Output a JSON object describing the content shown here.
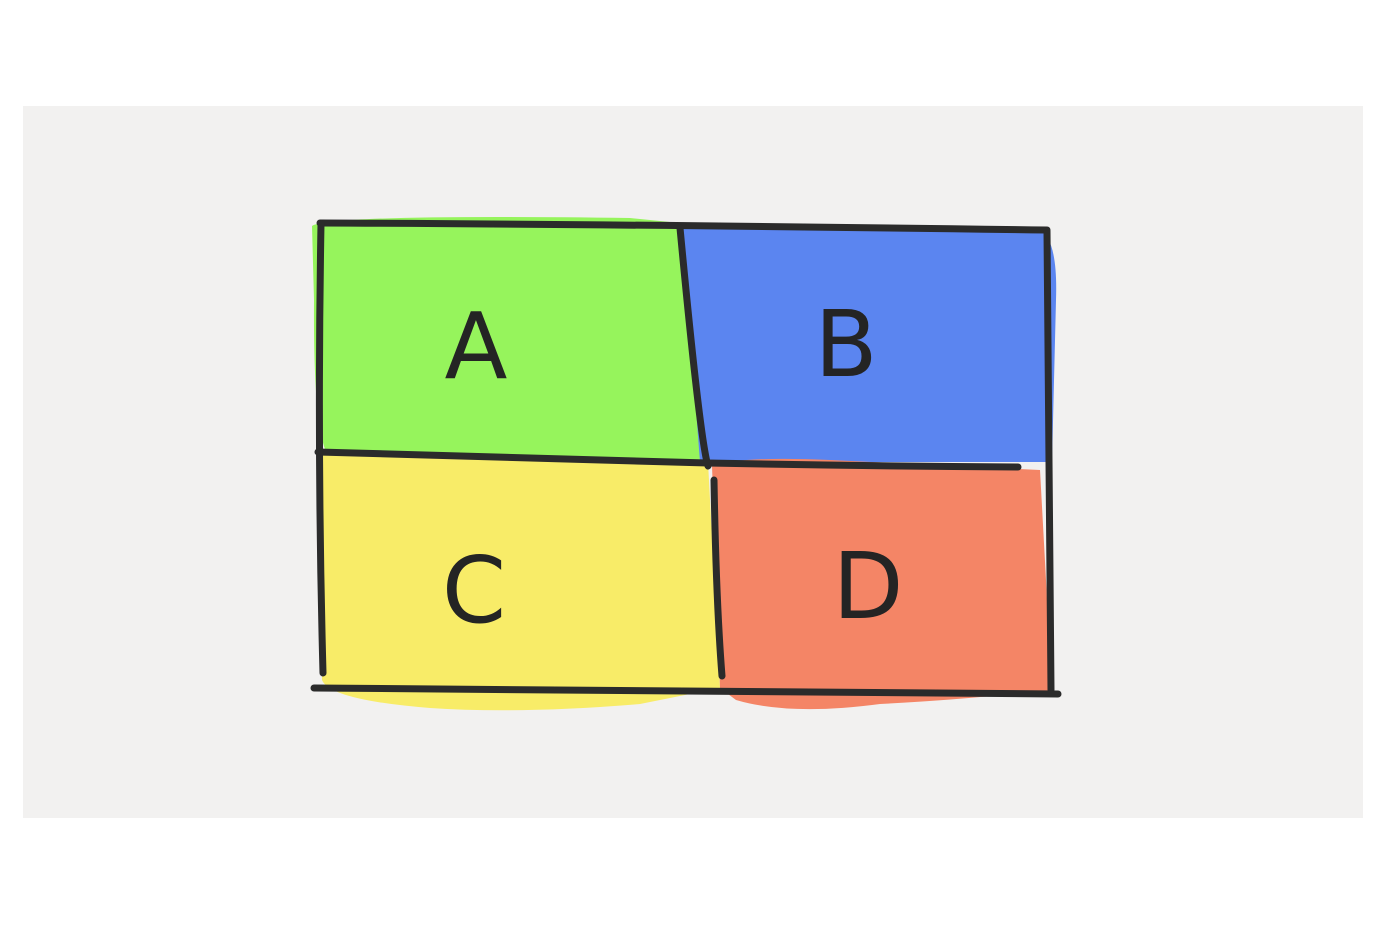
{
  "diagram": {
    "quadrants": [
      {
        "key": "a",
        "label": "A",
        "color": "#96f45c"
      },
      {
        "key": "b",
        "label": "B",
        "color": "#5b85f0"
      },
      {
        "key": "c",
        "label": "C",
        "color": "#f8ec68"
      },
      {
        "key": "d",
        "label": "D",
        "color": "#f48566"
      }
    ],
    "line_color": "#2b2b2b",
    "paper_color": "#f2f1f0"
  }
}
